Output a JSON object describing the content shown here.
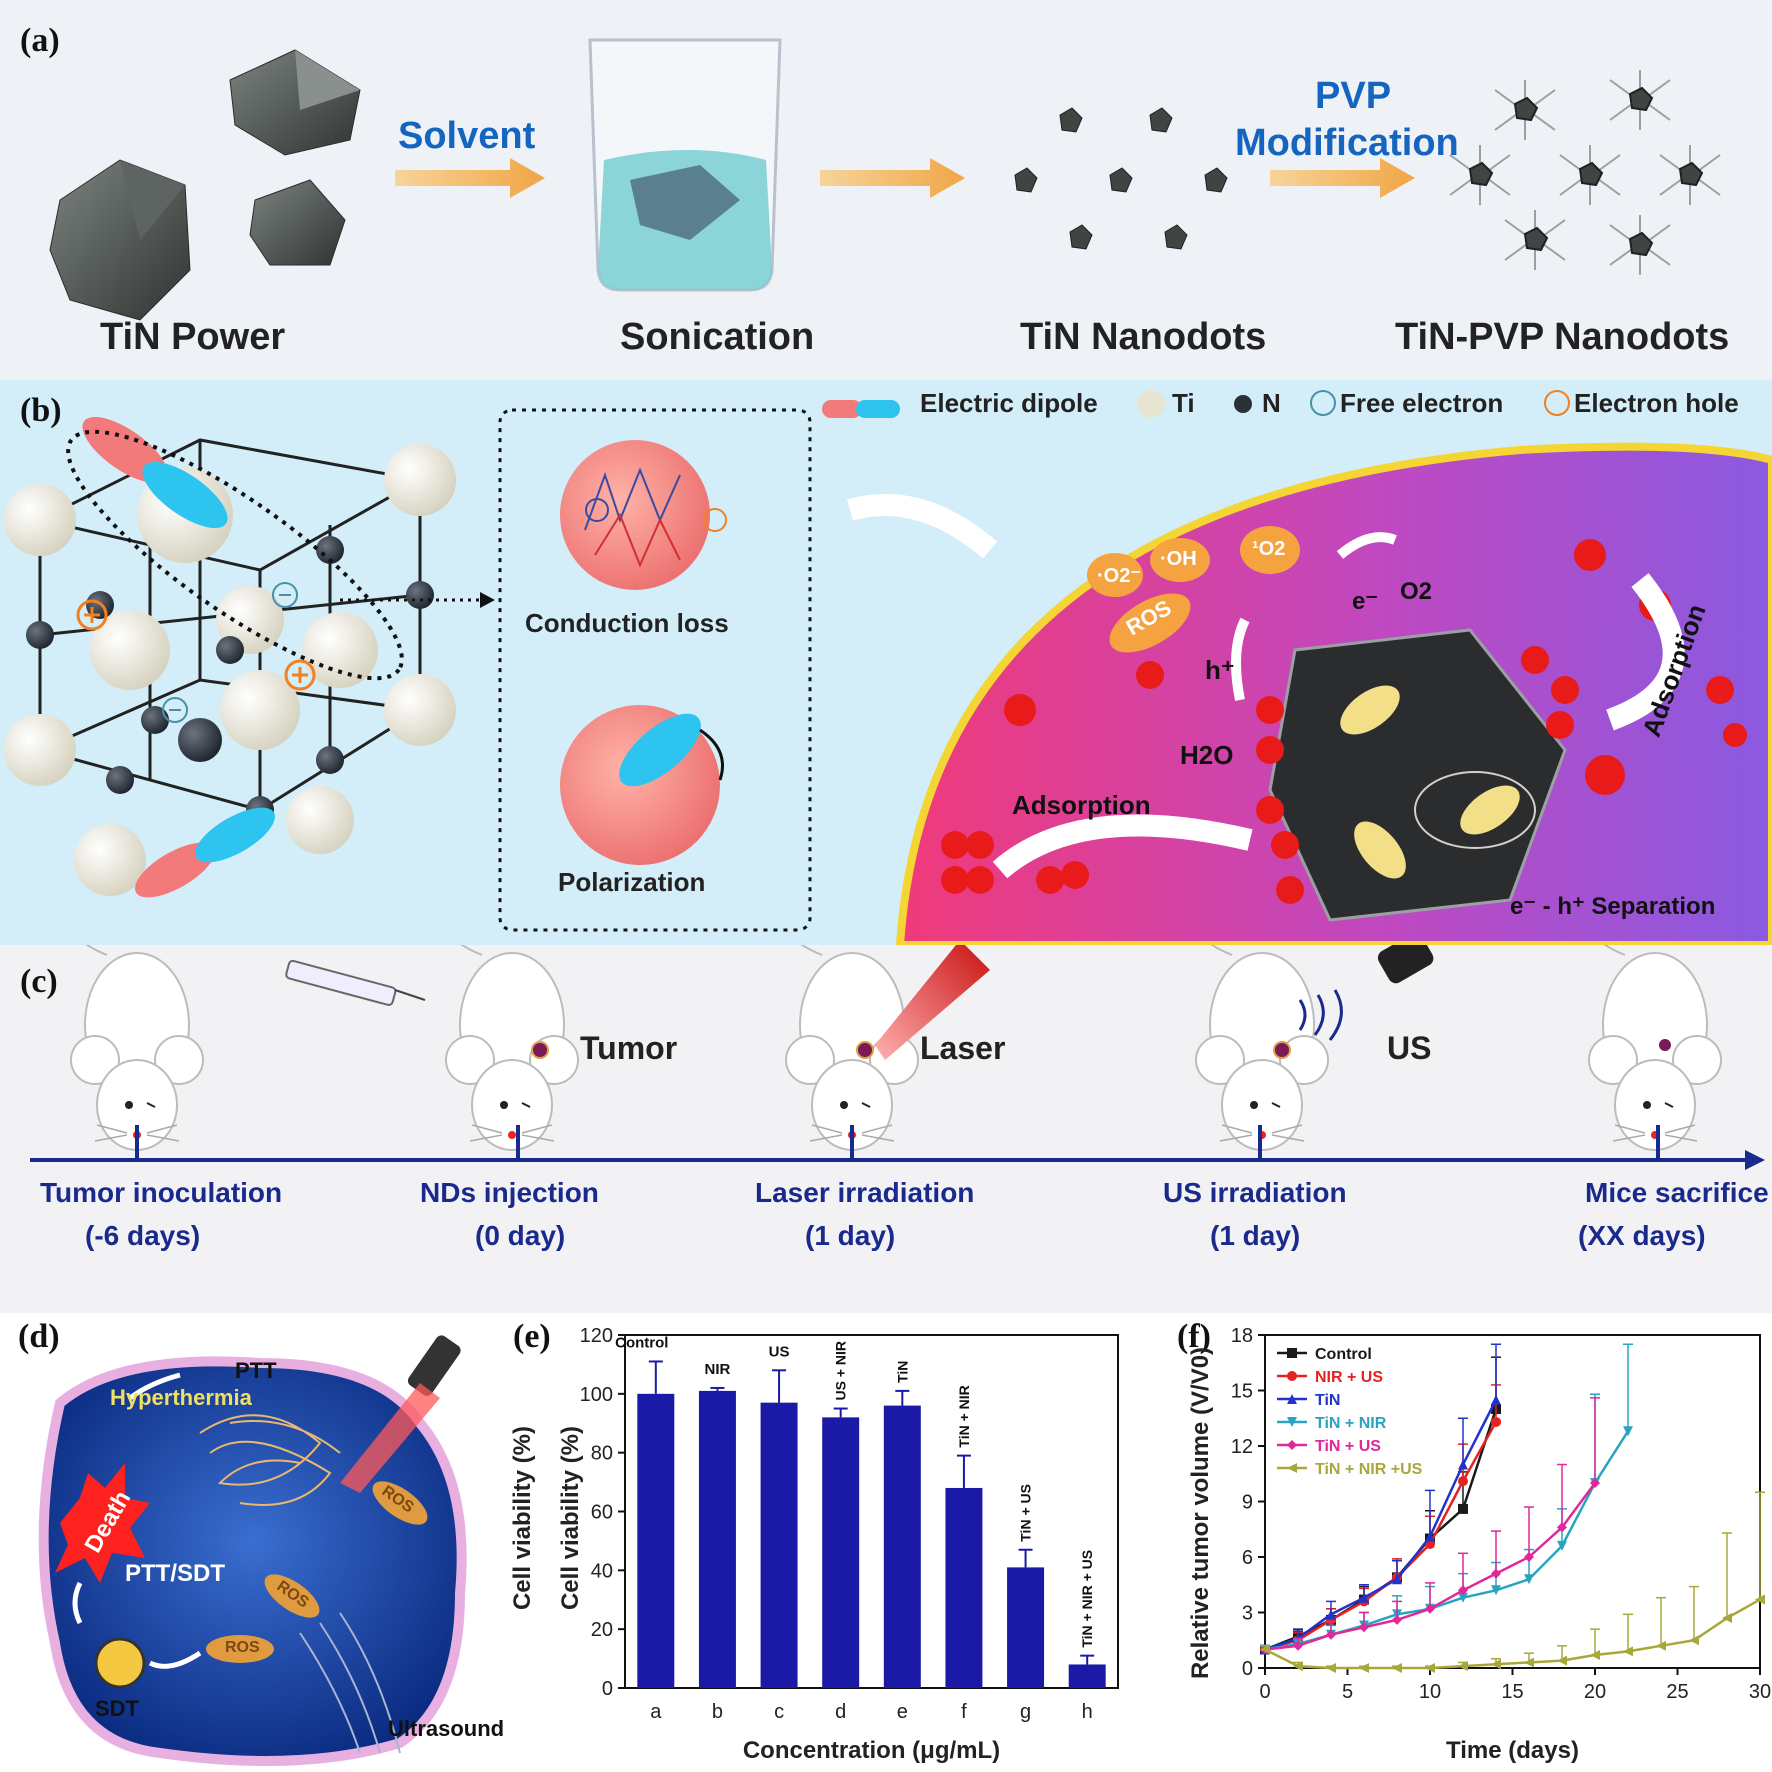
{
  "panel_a": {
    "label": "(a)",
    "solvent": "Solvent",
    "pvp1": "PVP",
    "pvp2": "Modification",
    "tin_power": "TiN Power",
    "sonication": "Sonication",
    "tin_nanodots": "TiN Nanodots",
    "tin_pvp": "TiN-PVP Nanodots"
  },
  "panel_b": {
    "label": "(b)",
    "legend": {
      "dipole": "Electric dipole",
      "ti": "Ti",
      "n": "N",
      "free_electron": "Free electron",
      "hole": "Electron hole"
    },
    "conduction_loss": "Conduction loss",
    "polarization": "Polarization",
    "ros": "ROS",
    "o2_radical": "·O2⁻",
    "oh_radical": "·OH",
    "singlet_o2": "¹O2",
    "o2": "O2",
    "electron": "e⁻",
    "hole_symbol": "h⁺",
    "h2o": "H2O",
    "adsorption_left": "Adsorption",
    "adsorption_right": "Adsorption",
    "separation": "e⁻ - h⁺ Separation"
  },
  "panel_c": {
    "label": "(c)",
    "tumor": "Tumor",
    "laser": "Laser",
    "us": "US",
    "steps": [
      {
        "name": "Tumor inoculation",
        "time": "(-6 days)"
      },
      {
        "name": "NDs injection",
        "time": "(0 day)"
      },
      {
        "name": "Laser irradiation",
        "time": "(1 day)"
      },
      {
        "name": "US irradiation",
        "time": "(1 day)"
      },
      {
        "name": "Mice sacrifice",
        "time": "(XX days)"
      }
    ]
  },
  "panel_d": {
    "label": "(d)",
    "ptt": "PTT",
    "hyperthermia": "Hyperthermia",
    "death": "Death",
    "ptt_sdt": "PTT/SDT",
    "ros": "ROS",
    "sdt": "SDT",
    "ultrasound": "Ultrasound"
  },
  "colors": {
    "bar": "#1a1aa6",
    "navy": "#1a2a8c",
    "title_blue": "#1565c0"
  },
  "chart_data": [
    {
      "panel": "(e)",
      "type": "bar",
      "xlabel": "Concentration (μg/mL)",
      "ylabel": "Cell viability (%)",
      "ylim": [
        0,
        120
      ],
      "yticks": [
        0,
        20,
        40,
        60,
        80,
        100,
        120
      ],
      "categories": [
        "a",
        "b",
        "c",
        "d",
        "e",
        "f",
        "g",
        "h"
      ],
      "bar_labels": [
        "Control",
        "NIR",
        "US",
        "US + NIR",
        "TiN",
        "TiN + NIR",
        "TiN + US",
        "TiN + NIR + US"
      ],
      "values": [
        100,
        101,
        97,
        92,
        96,
        68,
        41,
        8
      ],
      "errors": [
        11,
        1,
        11,
        3,
        5,
        11,
        6,
        3
      ]
    },
    {
      "panel": "(f)",
      "type": "line",
      "xlabel": "Time (days)",
      "ylabel": "Relative tumor volume (V/V0)",
      "xlim": [
        0,
        30
      ],
      "ylim": [
        0,
        18
      ],
      "xticks": [
        0,
        5,
        10,
        15,
        20,
        25,
        30
      ],
      "yticks": [
        0,
        3,
        6,
        9,
        12,
        15,
        18
      ],
      "legend_position": "top-left",
      "series": [
        {
          "name": "Control",
          "color": "#1a1a1a",
          "marker": "square",
          "x": [
            0,
            2,
            4,
            6,
            8,
            10,
            12,
            14
          ],
          "y": [
            1,
            1.7,
            2.6,
            3.7,
            4.9,
            7.0,
            8.6,
            14.0
          ],
          "err": [
            0.2,
            0.4,
            0.6,
            0.7,
            0.9,
            1.5,
            2.0,
            2.8
          ]
        },
        {
          "name": "NIR + US",
          "color": "#e52121",
          "marker": "circle",
          "x": [
            0,
            2,
            4,
            6,
            8,
            10,
            12,
            14
          ],
          "y": [
            1,
            1.5,
            2.6,
            3.6,
            4.9,
            6.7,
            10.1,
            13.3
          ],
          "err": [
            0.2,
            0.4,
            0.6,
            0.7,
            1.0,
            1.5,
            2.0,
            2.0
          ]
        },
        {
          "name": "TiN",
          "color": "#2233cc",
          "marker": "triangle-up",
          "x": [
            0,
            2,
            4,
            6,
            8,
            10,
            12,
            14
          ],
          "y": [
            1,
            1.6,
            2.9,
            3.8,
            4.8,
            7.1,
            11.0,
            14.5
          ],
          "err": [
            0.2,
            0.4,
            0.7,
            0.7,
            1.0,
            2.5,
            2.5,
            3.0
          ]
        },
        {
          "name": "TiN  + NIR",
          "color": "#2aa3c0",
          "marker": "triangle-down",
          "x": [
            0,
            2,
            4,
            6,
            8,
            10,
            12,
            14,
            16,
            18,
            20,
            22
          ],
          "y": [
            1,
            1.3,
            1.8,
            2.3,
            2.9,
            3.2,
            3.8,
            4.2,
            4.8,
            6.6,
            10.0,
            12.8
          ],
          "err": [
            0.2,
            0.3,
            0.5,
            0.7,
            1.0,
            1.2,
            1.3,
            1.5,
            1.6,
            2.0,
            4.8,
            4.7
          ]
        },
        {
          "name": "TiN  + US",
          "color": "#e0289a",
          "marker": "diamond",
          "x": [
            0,
            2,
            4,
            6,
            8,
            10,
            12,
            14,
            16,
            18,
            20
          ],
          "y": [
            1,
            1.2,
            1.8,
            2.2,
            2.6,
            3.2,
            4.2,
            5.1,
            6.0,
            7.6,
            10.0
          ],
          "err": [
            0.2,
            0.4,
            0.7,
            0.8,
            1.0,
            1.4,
            2.0,
            2.3,
            2.7,
            3.4,
            4.6
          ]
        },
        {
          "name": "TiN  + NIR +US",
          "color": "#a8a83a",
          "marker": "triangle-left",
          "x": [
            0,
            2,
            4,
            6,
            8,
            10,
            12,
            14,
            16,
            18,
            20,
            22,
            24,
            26,
            28,
            30
          ],
          "y": [
            1,
            0.1,
            0,
            0,
            0,
            0,
            0.1,
            0.2,
            0.3,
            0.4,
            0.7,
            0.9,
            1.2,
            1.5,
            2.7,
            3.7
          ],
          "err": [
            0.2,
            0.2,
            0.1,
            0.1,
            0.1,
            0.1,
            0.2,
            0.3,
            0.5,
            0.8,
            1.4,
            2.0,
            2.6,
            2.9,
            4.6,
            5.8
          ]
        }
      ]
    }
  ]
}
